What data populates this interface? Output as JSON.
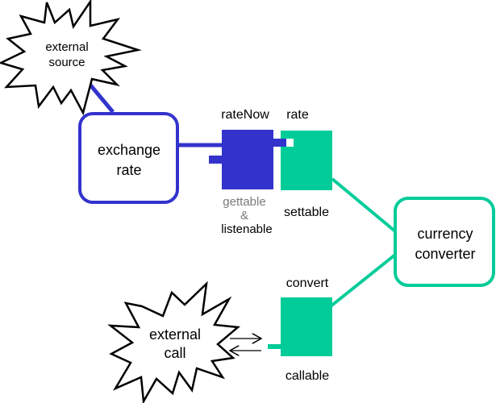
{
  "colors": {
    "blue": "#3333cc",
    "teal": "#00cc99",
    "black": "#000000",
    "grey_text": "#7a7a7a"
  },
  "external_source": {
    "line1": "external",
    "line2": "source"
  },
  "exchange_rate": {
    "line1": "exchange",
    "line2": "rate"
  },
  "rate_now": {
    "title": "rateNow",
    "cap1": "gettable",
    "cap2": "&",
    "cap3": "listenable"
  },
  "rate": {
    "title": "rate",
    "cap": "settable"
  },
  "currency_converter": {
    "line1": "currency",
    "line2": "converter"
  },
  "convert": {
    "title": "convert",
    "cap": "callable"
  },
  "external_call": {
    "line1": "external",
    "line2": "call"
  }
}
